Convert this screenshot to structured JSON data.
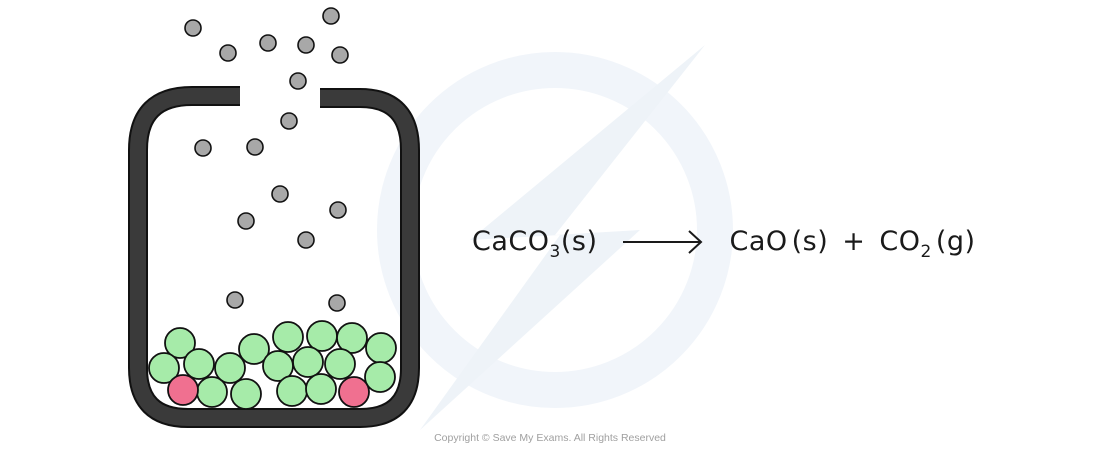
{
  "equation": {
    "reactant": {
      "base": "CaCO",
      "sub": "3",
      "state": "(s)"
    },
    "product1": {
      "formula": "CaO",
      "state": "(s)"
    },
    "plus": "+",
    "product2": {
      "base": "CO",
      "sub": "2",
      "state": "(g)"
    }
  },
  "colors": {
    "gas_particle": "#a8a8a8",
    "solid_green": "#a6eba9",
    "solid_pink": "#f07090",
    "container": "#3a3a3a",
    "watermark": "#eef3f8"
  },
  "copyright": "Copyright © Save My Exams. All Rights Reserved"
}
